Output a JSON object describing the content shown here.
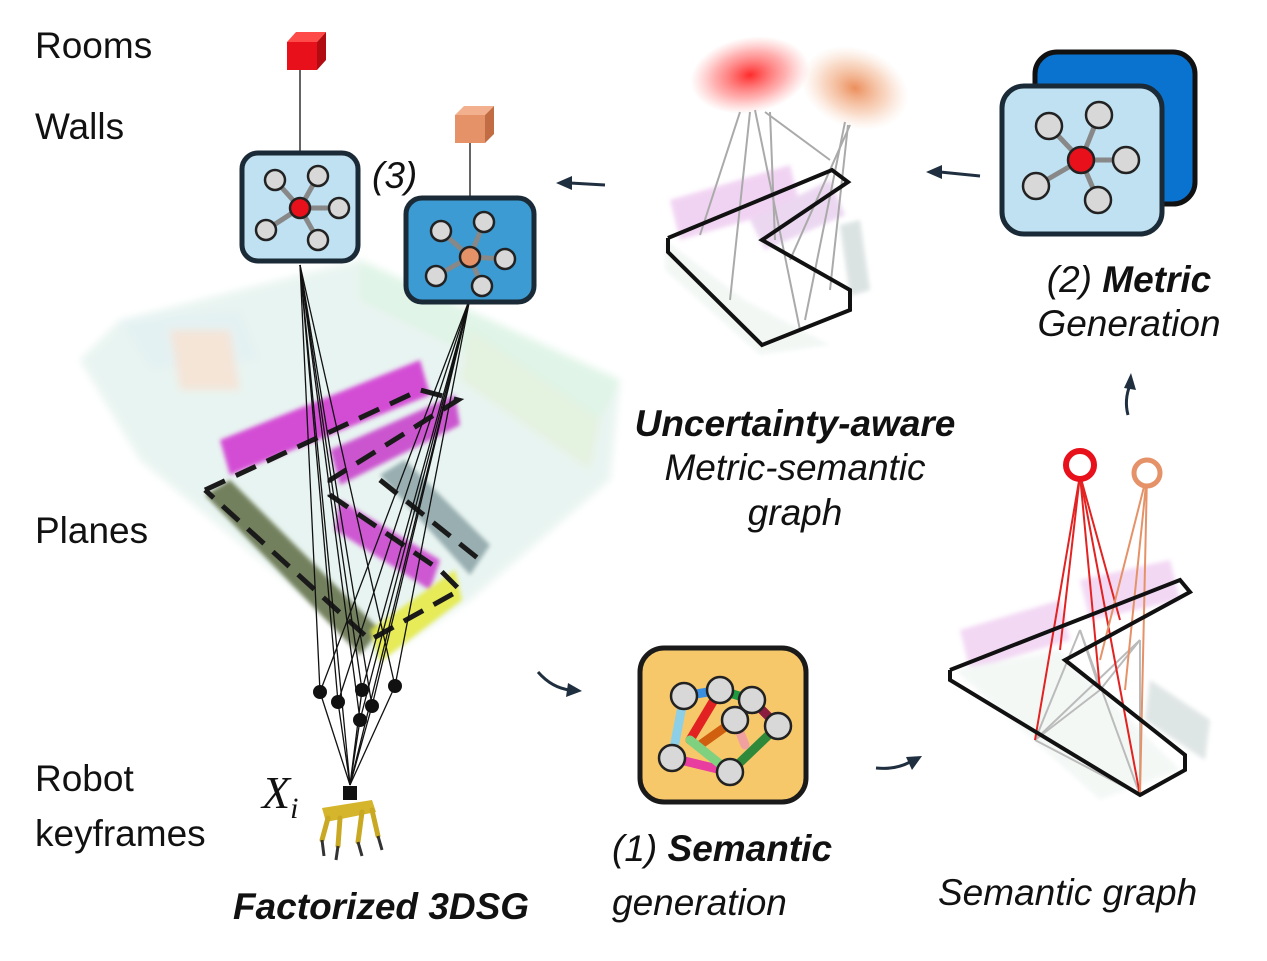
{
  "layers": {
    "rooms": "Rooms",
    "walls": "Walls",
    "planes": "Planes",
    "robot_line1": "Robot",
    "robot_line2": "keyframes"
  },
  "step3_marker": "(3)",
  "keyframe_symbol": "X",
  "keyframe_subscript": "i",
  "factorized_title": "Factorized 3DSG",
  "semantic_step": {
    "number": "(1)",
    "title": "Semantic",
    "subtitle": "generation"
  },
  "metric_step": {
    "number": "(2)",
    "title": "Metric",
    "subtitle": "Generation"
  },
  "uncertainty_caption": {
    "line1": "Uncertainty-aware",
    "line2": "Metric-semantic",
    "line3": "graph"
  },
  "semantic_graph_caption": "Semantic graph",
  "colors": {
    "room_node": "#e8101a",
    "wall_node": "#e59268",
    "gnn_box_light": "#bfe1f2",
    "gnn_box_dark": "#3b9bd2",
    "metric_back": "#0a73cf",
    "semantic_box": "#f7c86a",
    "plane_magenta": "#d23cd2",
    "plane_olive": "#6d7a55",
    "plane_yellow": "#e6ea46",
    "plane_gray": "#8fa6aa"
  }
}
